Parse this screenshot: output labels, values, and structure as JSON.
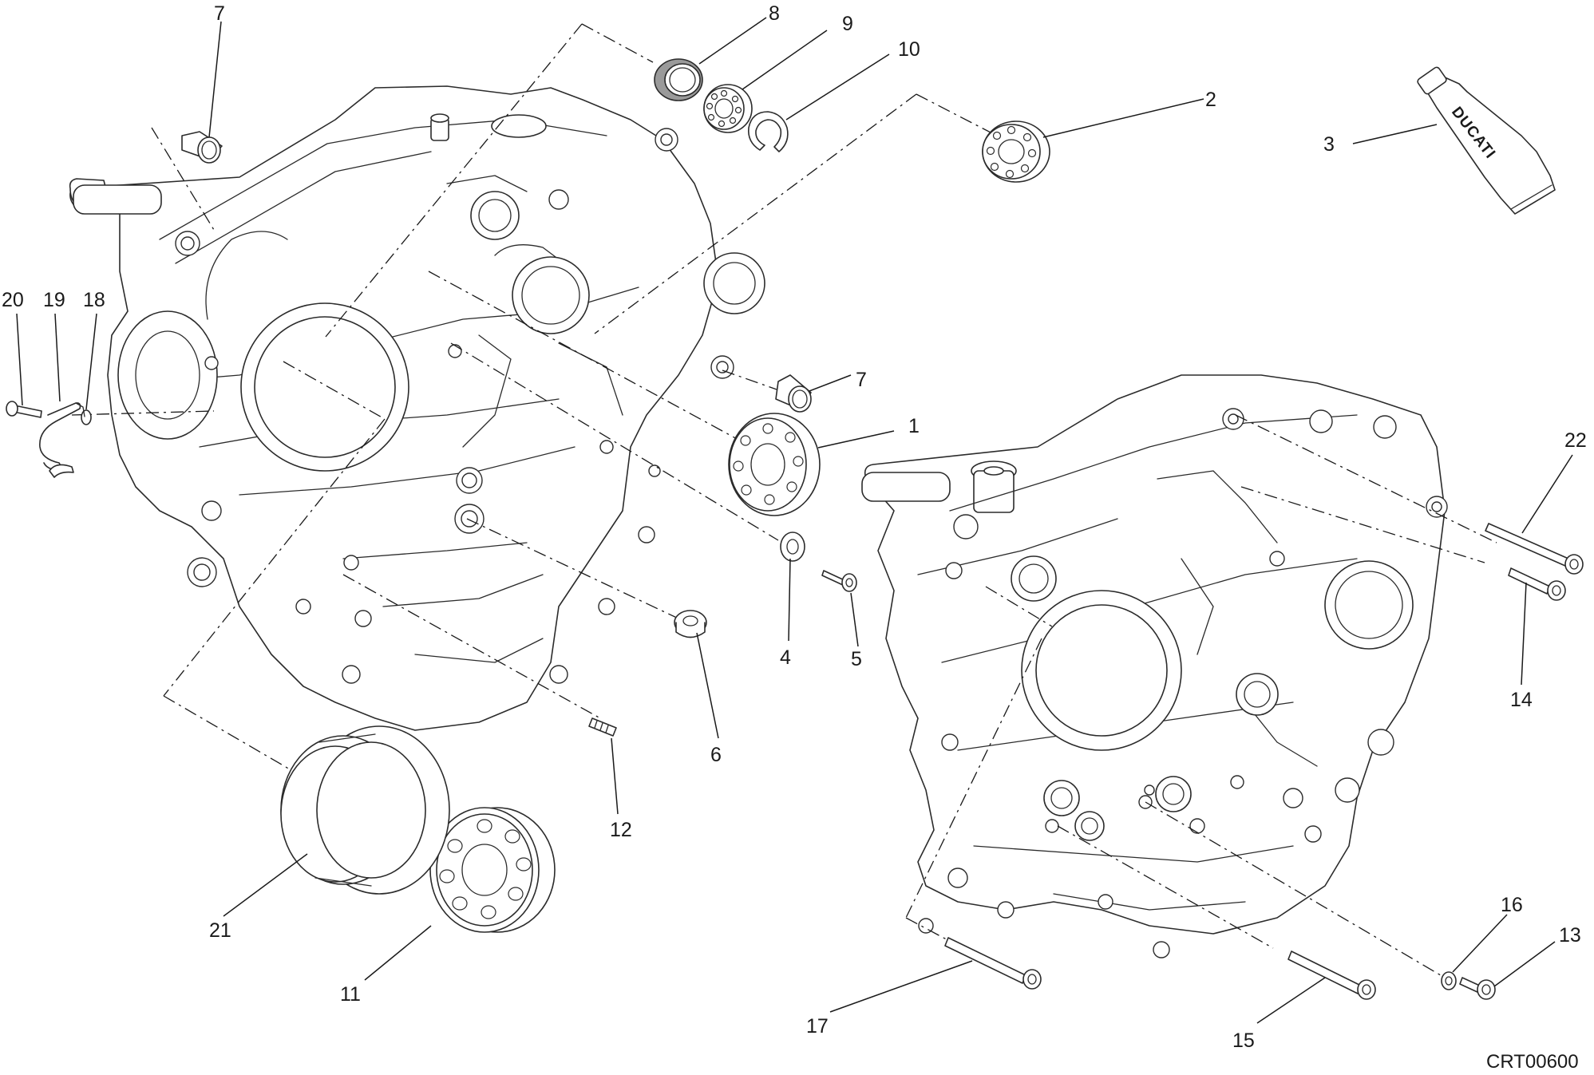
{
  "diagram": {
    "drawing_code": "CRT00600",
    "tube_brand": "DUCATI",
    "callouts": {
      "c1": "1",
      "c2": "2",
      "c3": "3",
      "c4": "4",
      "c5": "5",
      "c6": "6",
      "c7a": "7",
      "c7b": "7",
      "c8": "8",
      "c9": "9",
      "c10": "10",
      "c11": "11",
      "c12": "12",
      "c13": "13",
      "c14": "14",
      "c15": "15",
      "c16": "16",
      "c17": "17",
      "c18": "18",
      "c19": "19",
      "c20": "20",
      "c21": "21",
      "c22": "22"
    }
  }
}
